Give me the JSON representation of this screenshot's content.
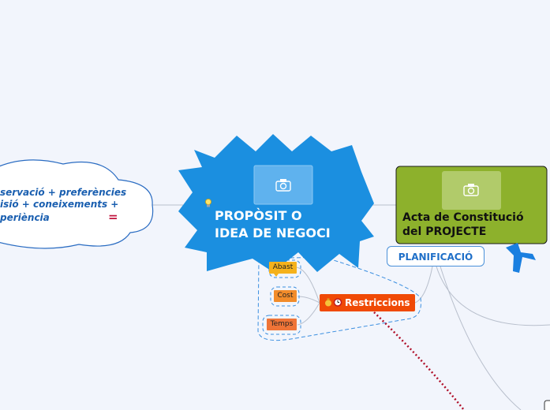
{
  "central": {
    "line1": "PROPÒSIT O",
    "line2": "IDEA DE NEGOCI"
  },
  "cloud": {
    "line1": "servació + preferències",
    "line2": "isió + coneixements +",
    "line3": "periència",
    "equals": "="
  },
  "acta": {
    "line1": "Acta de Constitució",
    "line2": "del PROJECTE"
  },
  "planificacio": "PLANIFICACIÓ",
  "restriccions": "Restriccions",
  "subtopics": [
    "Abast",
    "Cost",
    "Temps"
  ],
  "icons": {
    "central": "lightbulb-icon",
    "restriccions": [
      "money-bag-icon",
      "alarm-clock-icon"
    ],
    "image_placeholder": "camera-icon"
  },
  "colors": {
    "background": "#f2f5fc",
    "central": "#1b8fe0",
    "acta": "#8db12c",
    "restriccions": "#f04a06",
    "abast": "#f5b21c",
    "cost": "#f28c2a",
    "temps": "#ef7437",
    "arrow": "#1a7fe0",
    "dotted": "#b0102a"
  }
}
